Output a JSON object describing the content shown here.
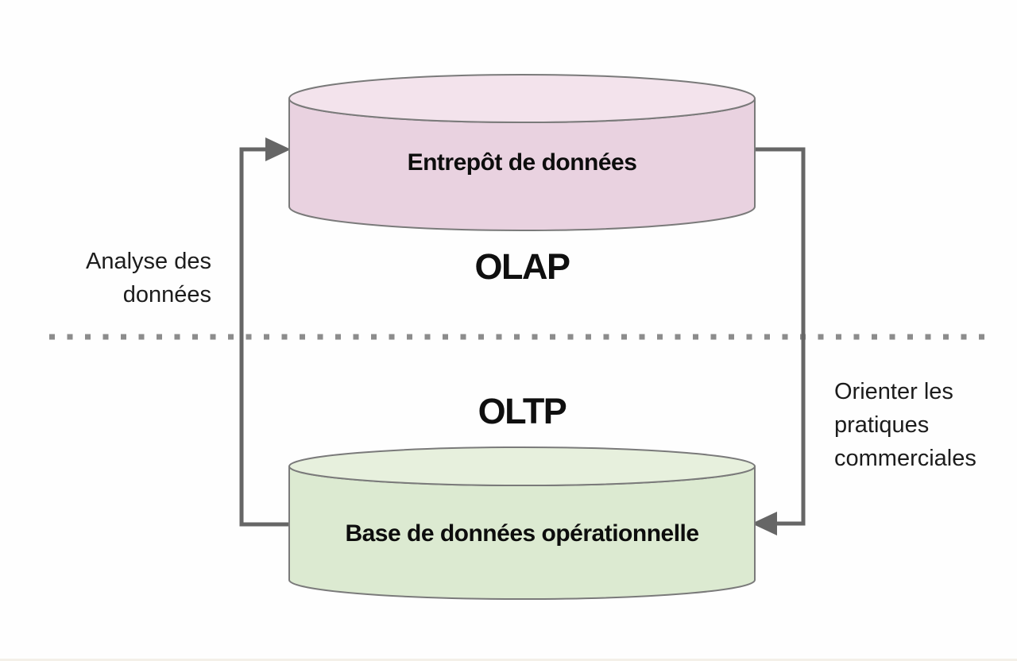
{
  "diagram": {
    "top_section_label": "OLAP",
    "bottom_section_label": "OLTP",
    "top_cylinder": {
      "label": "Entrepôt de données",
      "body_fill": "#e9d2e0",
      "top_fill": "#f3e3ec"
    },
    "bottom_cylinder": {
      "label": "Base de données opérationnelle",
      "body_fill": "#dcead1",
      "top_fill": "#e7f0dd"
    },
    "left_label": {
      "line1": "Analyse des",
      "line2": "données"
    },
    "right_label": {
      "line1": "Orienter les",
      "line2": "pratiques",
      "line3": "commerciales"
    },
    "colors": {
      "arrow": "#666666",
      "cylinder_outline": "#7a7a7a",
      "divider_dots": "#8c8c8c",
      "label_text": "#111111"
    }
  }
}
